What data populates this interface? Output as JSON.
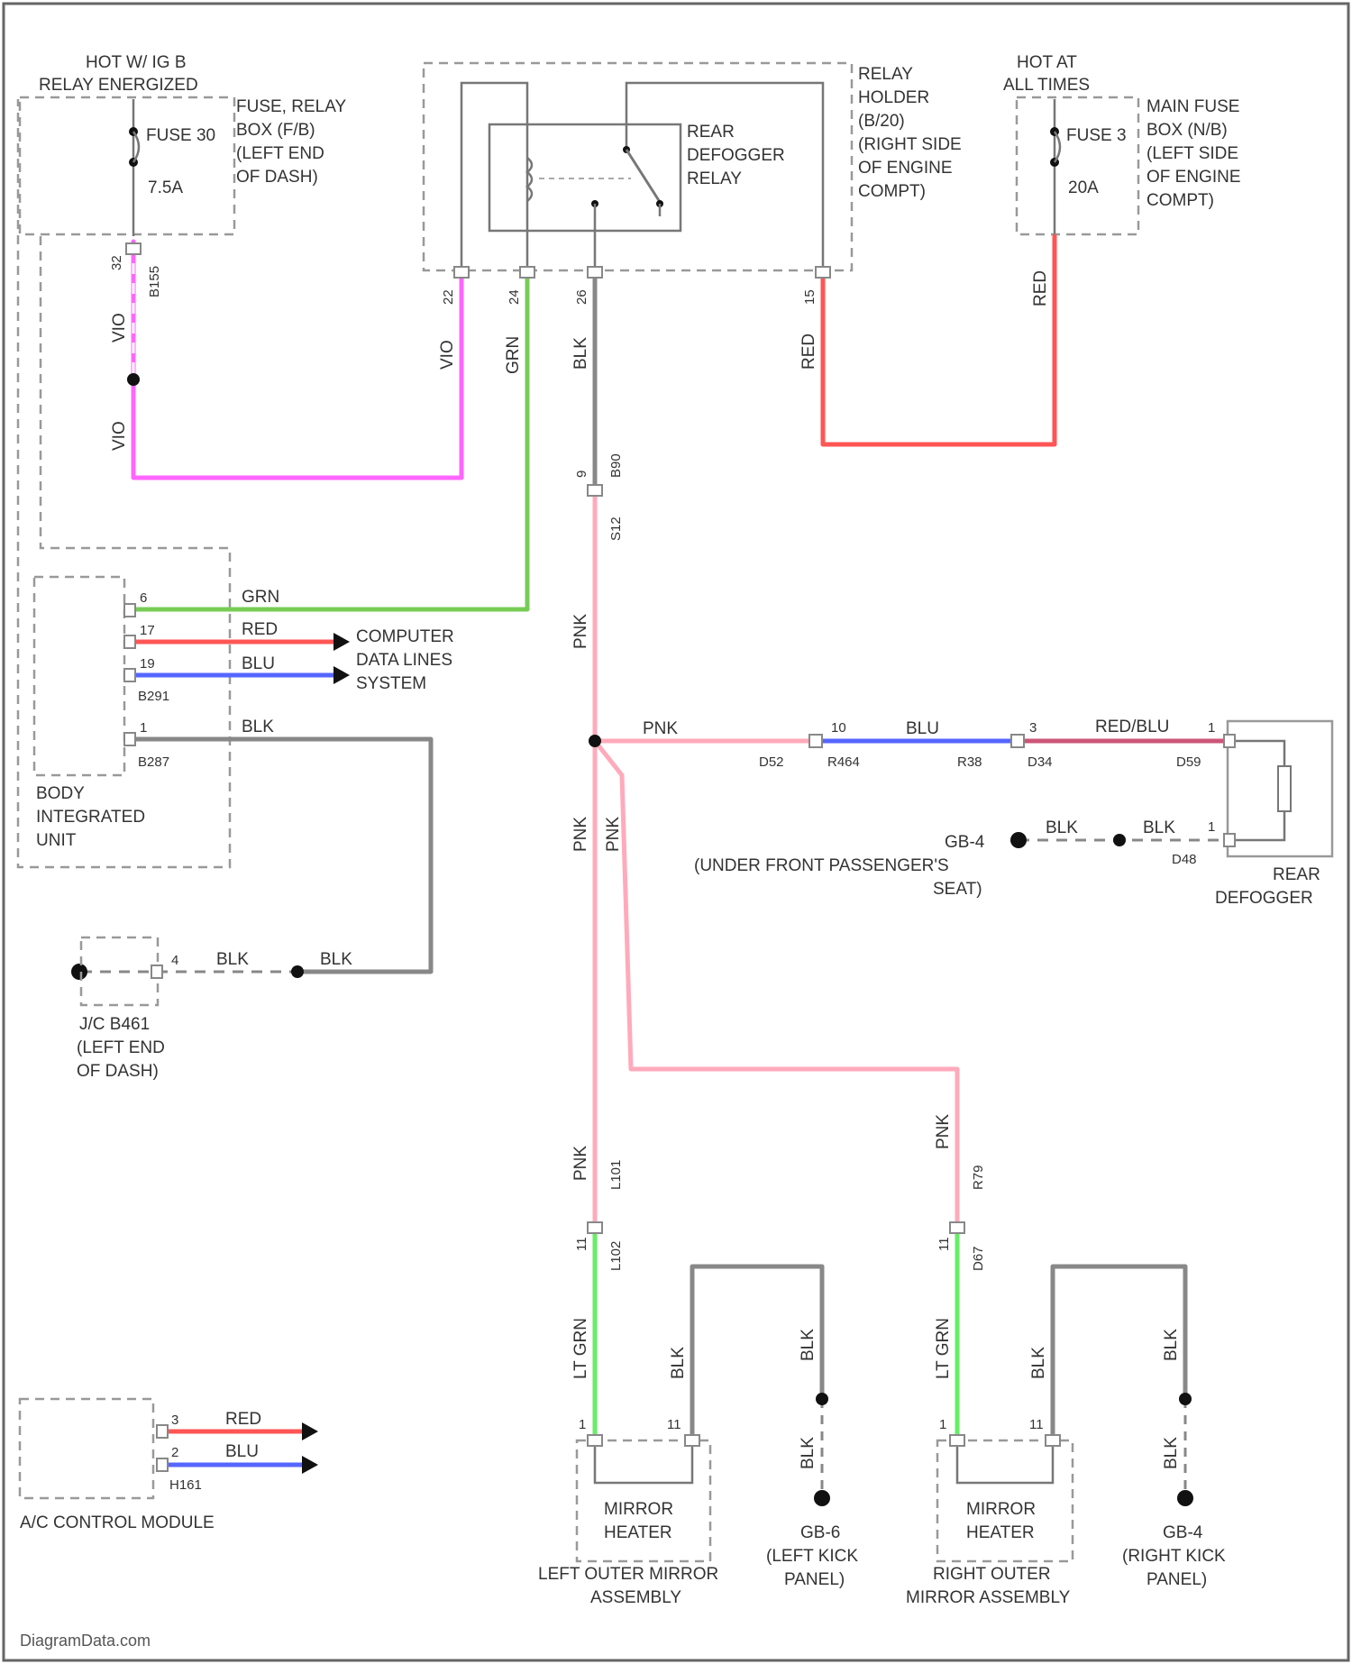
{
  "colors": {
    "VIO": "#ff66ff",
    "GRN": "#77cc55",
    "BLK": "#888888",
    "RED": "#ff5555",
    "PNK": "#ffaabb",
    "BLU": "#5566ff",
    "LTGRN": "#66ee66",
    "REDBLU": "#cc5577"
  },
  "labels": {
    "hot_relay": [
      "HOT W/ IG B",
      "RELAY ENERGIZED"
    ],
    "fuse_relay_box": [
      "FUSE, RELAY",
      "BOX (F/B)",
      "(LEFT END",
      "OF DASH)"
    ],
    "fuse_30": "FUSE 30",
    "fuse_30_amp": "7.5A",
    "relay_holder": [
      "RELAY",
      "HOLDER",
      "(B/20)",
      "(RIGHT SIDE",
      "OF ENGINE",
      "COMPT)"
    ],
    "rear_defogger_relay": [
      "REAR",
      "DEFOGGER",
      "RELAY"
    ],
    "hot_all": [
      "HOT AT",
      "ALL TIMES"
    ],
    "fuse_main_box": [
      "MAIN FUSE",
      "BOX (N/B)",
      "(LEFT SIDE",
      "OF ENGINE",
      "COMPT)"
    ],
    "fuse_3": "FUSE 3",
    "fuse_3_amp": "20A",
    "computer_data": [
      "COMPUTER",
      "DATA LINES",
      "SYSTEM"
    ],
    "body_integrated_unit": [
      "BODY",
      "INTEGRATED",
      "UNIT"
    ],
    "jc": [
      "J/C B461",
      "(LEFT END",
      "OF DASH)"
    ],
    "ground_under_seat": [
      "GB-4",
      "(UNDER FRONT PASSENGER'S",
      "SEAT)"
    ],
    "rear_defogger": [
      "REAR",
      "DEFOGGER"
    ],
    "ac_control_module": "A/C CONTROL MODULE",
    "mirror_heater": [
      "MIRROR",
      "HEATER"
    ],
    "left_mirror_assembly": [
      "LEFT OUTER MIRROR",
      "ASSEMBLY"
    ],
    "right_mirror_assembly": [
      "RIGHT OUTER",
      "MIRROR ASSEMBLY"
    ],
    "left_ground": [
      "GB-6",
      "(LEFT KICK",
      "PANEL)"
    ],
    "right_ground": [
      "GB-4",
      "(RIGHT KICK",
      "PANEL)"
    ],
    "brand": "DiagramData.com"
  },
  "wires": {
    "vio": "VIO",
    "grn": "GRN",
    "blk": "BLK",
    "red": "RED",
    "pnk": "PNK",
    "blu": "BLU",
    "redblu": "RED/BLU",
    "ltgrn": "LT GRN"
  },
  "pins": {
    "p32": "32",
    "b155": "B155",
    "p22": "22",
    "p24": "24",
    "p26": "26",
    "p15": "15",
    "p9": "9",
    "b90": "B90",
    "s12": "S12",
    "p6": "6",
    "p17": "17",
    "p19": "19",
    "b291": "B291",
    "p1": "1",
    "b287": "B287",
    "p4": "4",
    "p10": "10",
    "r464": "R464",
    "r38": "R38",
    "p3": "3",
    "d34": "D34",
    "d59": "D59",
    "d52": "D52",
    "d48": "D48",
    "p1b": "1",
    "p1c": "1",
    "p3b": "3",
    "p2": "2",
    "h161": "H161",
    "l101": "L101",
    "l102": "L102",
    "r79": "R79",
    "d67": "D67",
    "p11": "11",
    "p11b": "11",
    "p11c": "11",
    "p11d": "11",
    "p1d": "1",
    "p1e": "1"
  }
}
